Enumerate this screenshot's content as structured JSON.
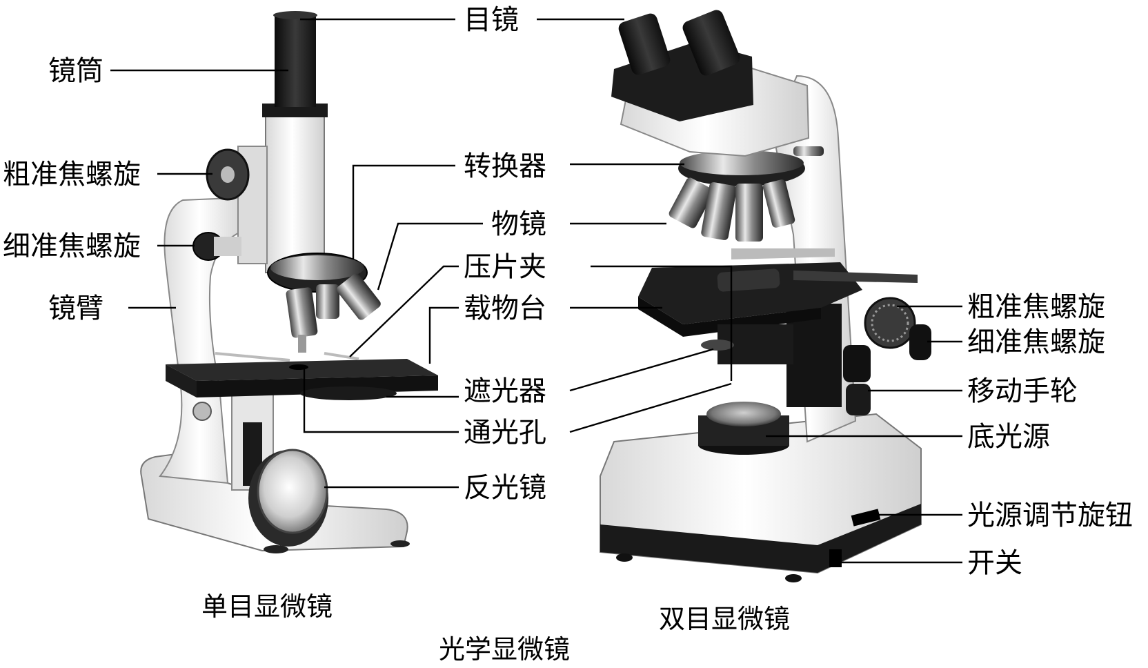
{
  "diagram": {
    "caption_main": "光学显微镜",
    "monocular": {
      "caption": "单目显微镜",
      "labels": {
        "eyepiece": "目镜",
        "tube": "镜筒",
        "coarse_focus": "粗准焦螺旋",
        "fine_focus": "细准焦螺旋",
        "arm": "镜臂",
        "nosepiece": "转换器",
        "objective": "物镜",
        "stage_clip": "压片夹",
        "stage": "载物台",
        "diaphragm": "遮光器",
        "aperture": "通光孔",
        "mirror": "反光镜"
      }
    },
    "binocular": {
      "caption": "双目显微镜",
      "labels": {
        "coarse_focus": "粗准焦螺旋",
        "fine_focus": "细准焦螺旋",
        "stage_knob": "移动手轮",
        "base_light": "底光源",
        "light_knob": "光源调节旋钮",
        "switch": "开关"
      }
    }
  }
}
